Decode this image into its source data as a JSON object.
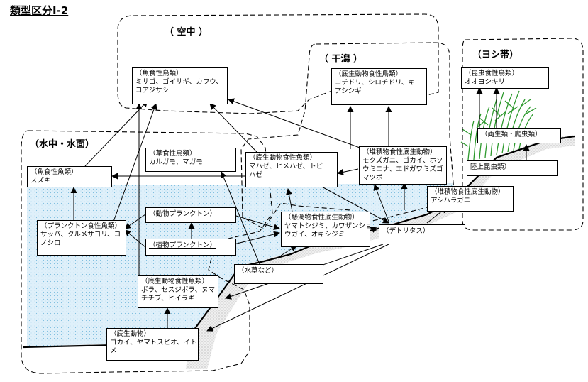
{
  "title": "類型区分Ⅰ-2",
  "zones": {
    "air": "（ 空中 ）",
    "tidal_flat": "（ 干潟 ）",
    "reed": "（ヨシ帯）",
    "water": "（水中・水面）"
  },
  "nodes": {
    "fish_eating_birds": [
      "（魚食性鳥類）",
      "ミサゴ、ゴイサギ、カワウ、",
      "コアジサシ"
    ],
    "benthos_eating_birds": [
      "（底生動物食性鳥類）",
      "コチドリ、シロチドリ、キ",
      "アシシギ"
    ],
    "insect_eating_birds": [
      "（昆虫食性鳥類）",
      "オオヨシキリ"
    ],
    "amphibians_reptiles": [
      "（両生類・爬虫類）"
    ],
    "terrestrial_insects": [
      "陸上昆虫類）"
    ],
    "herbivorous_birds": [
      "（草食性鳥類）",
      "カルガモ、マガモ"
    ],
    "benthos_eating_fish_1": [
      "（底生動物食性魚類）",
      "マハゼ、ヒメハゼ、トビ",
      "ハゼ"
    ],
    "deposit_feeders_1": [
      "（堆積物食性底生動物）",
      "モクズガニ、ゴカイ、ホソ",
      "ウミニナ、エドガワミズゴ",
      "マツボ"
    ],
    "deposit_feeders_2": [
      "（堆積物食性底生動物）",
      "アシハラガニ"
    ],
    "fish_eating_fish": [
      "（魚食性魚類）",
      "スズキ"
    ],
    "zooplankton": [
      "（動物プランクトン）"
    ],
    "planktivorous_fish": [
      "（プランクトン食性魚類）",
      "サッパ、クルメサヨリ、コ",
      "ノシロ"
    ],
    "phytoplankton": [
      "（植物プランクトン）"
    ],
    "suspension_feeders": [
      "（懸濁物食性底生動物）",
      "ヤマトシジミ、カワザンショ",
      "ウガイ、オキシジミ"
    ],
    "detritus": [
      "（デトリタス）"
    ],
    "aquatic_plants": [
      "（水草など）"
    ],
    "benthos_eating_fish_2": [
      "（底生動物食性魚類）",
      "ボラ、セスジボラ、ヌマ",
      "チチブ、ヒイラギ"
    ],
    "benthos": [
      "（底生動物）",
      "ゴカイ、ヤマトスピオ、イト",
      "メ"
    ]
  },
  "colors": {
    "water_fill": "#dff0fa",
    "mud_fill": "#e6e6e6",
    "shore_line": "#000000",
    "reed_green": "#33aa33"
  }
}
